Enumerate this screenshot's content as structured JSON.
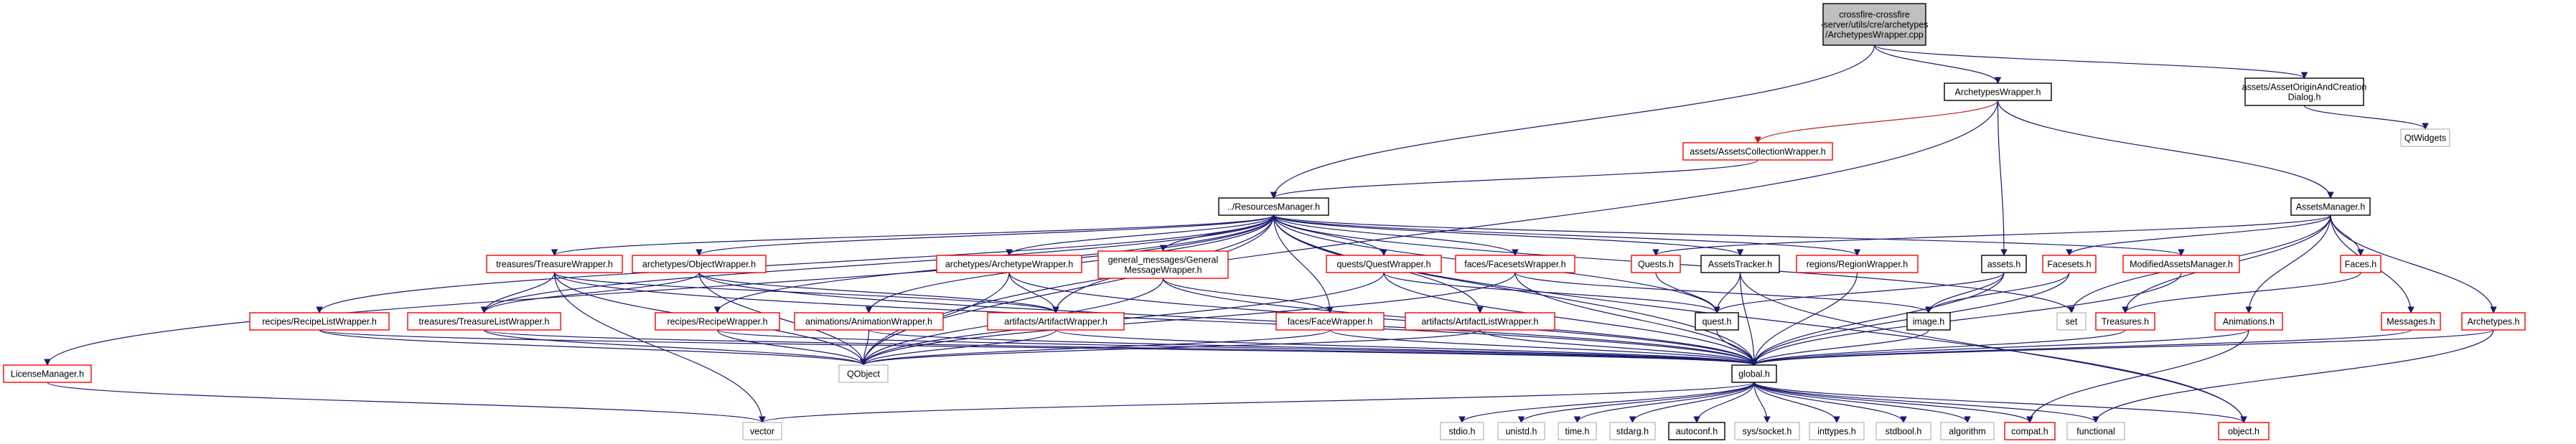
{
  "colors": {
    "edge": "#191970",
    "edge_red": "#b22222",
    "border_black": "#000000",
    "border_red": "#ff0000",
    "border_gray": "#bfbfbf",
    "fill_root": "#bfbfbf",
    "fill_default": "#ffffff",
    "text": "#000000"
  },
  "nodes": [
    {
      "id": "root",
      "lines": [
        "crossfire-crossfire",
        "-server/utils/cre/archetypes",
        "/ArchetypesWrapper.cpp"
      ],
      "style": "root"
    },
    {
      "id": "archetypeswrapper_h",
      "lines": [
        "ArchetypesWrapper.h"
      ],
      "style": "black"
    },
    {
      "id": "assetorigin_h",
      "lines": [
        "assets/AssetOriginAndCreation",
        "Dialog.h"
      ],
      "style": "black"
    },
    {
      "id": "qtwidgets",
      "lines": [
        "QtWidgets"
      ],
      "style": "gray"
    },
    {
      "id": "assetscollectionwrapper_h",
      "lines": [
        "assets/AssetsCollectionWrapper.h"
      ],
      "style": "red"
    },
    {
      "id": "resourcesmanager_h",
      "lines": [
        "../ResourcesManager.h"
      ],
      "style": "black"
    },
    {
      "id": "assetsmanager_h",
      "lines": [
        "AssetsManager.h"
      ],
      "style": "black"
    },
    {
      "id": "treasurewrapper_h",
      "lines": [
        "treasures/TreasureWrapper.h"
      ],
      "style": "red"
    },
    {
      "id": "objectwrapper_h",
      "lines": [
        "archetypes/ObjectWrapper.h"
      ],
      "style": "red"
    },
    {
      "id": "archetypewrapper_h",
      "lines": [
        "archetypes/ArchetypeWrapper.h"
      ],
      "style": "red"
    },
    {
      "id": "generalmessagewrapper_h",
      "lines": [
        "general_messages/General",
        "MessageWrapper.h"
      ],
      "style": "red"
    },
    {
      "id": "questwrapper_h",
      "lines": [
        "quests/QuestWrapper.h"
      ],
      "style": "red"
    },
    {
      "id": "facesetswrapper_h",
      "lines": [
        "faces/FacesetsWrapper.h"
      ],
      "style": "red"
    },
    {
      "id": "quests_h",
      "lines": [
        "Quests.h"
      ],
      "style": "red"
    },
    {
      "id": "assetstracker_h",
      "lines": [
        "AssetsTracker.h"
      ],
      "style": "black"
    },
    {
      "id": "regionwrapper_h",
      "lines": [
        "regions/RegionWrapper.h"
      ],
      "style": "red"
    },
    {
      "id": "assets_h",
      "lines": [
        "assets.h"
      ],
      "style": "black"
    },
    {
      "id": "facesets_h",
      "lines": [
        "Facesets.h"
      ],
      "style": "red"
    },
    {
      "id": "modifiedassetsmanager_h",
      "lines": [
        "ModifiedAssetsManager.h"
      ],
      "style": "red"
    },
    {
      "id": "faces_h",
      "lines": [
        "Faces.h"
      ],
      "style": "red"
    },
    {
      "id": "recipelistwrapper_h",
      "lines": [
        "recipes/RecipeListWrapper.h"
      ],
      "style": "red"
    },
    {
      "id": "treasurelistwrapper_h",
      "lines": [
        "treasures/TreasureListWrapper.h"
      ],
      "style": "red"
    },
    {
      "id": "recipewrapper_h",
      "lines": [
        "recipes/RecipeWrapper.h"
      ],
      "style": "red"
    },
    {
      "id": "animationwrapper_h",
      "lines": [
        "animations/AnimationWrapper.h"
      ],
      "style": "red"
    },
    {
      "id": "artifactwrapper_h",
      "lines": [
        "artifacts/ArtifactWrapper.h"
      ],
      "style": "red"
    },
    {
      "id": "facewrapper_h",
      "lines": [
        "faces/FaceWrapper.h"
      ],
      "style": "red"
    },
    {
      "id": "artifactlistwrapper_h",
      "lines": [
        "artifacts/ArtifactListWrapper.h"
      ],
      "style": "red"
    },
    {
      "id": "quest_h",
      "lines": [
        "quest.h"
      ],
      "style": "black"
    },
    {
      "id": "image_h",
      "lines": [
        "image.h"
      ],
      "style": "black"
    },
    {
      "id": "set",
      "lines": [
        "set"
      ],
      "style": "gray"
    },
    {
      "id": "treasures_h",
      "lines": [
        "Treasures.h"
      ],
      "style": "red"
    },
    {
      "id": "animations_h",
      "lines": [
        "Animations.h"
      ],
      "style": "red"
    },
    {
      "id": "messages_h",
      "lines": [
        "Messages.h"
      ],
      "style": "red"
    },
    {
      "id": "archetypes_h",
      "lines": [
        "Archetypes.h"
      ],
      "style": "red"
    },
    {
      "id": "licensemanager_h",
      "lines": [
        "LicenseManager.h"
      ],
      "style": "red"
    },
    {
      "id": "qobject",
      "lines": [
        "QObject"
      ],
      "style": "gray"
    },
    {
      "id": "global_h",
      "lines": [
        "global.h"
      ],
      "style": "black"
    },
    {
      "id": "vector",
      "lines": [
        "vector"
      ],
      "style": "gray"
    },
    {
      "id": "stdio_h",
      "lines": [
        "stdio.h"
      ],
      "style": "gray"
    },
    {
      "id": "unistd_h",
      "lines": [
        "unistd.h"
      ],
      "style": "gray"
    },
    {
      "id": "time_h",
      "lines": [
        "time.h"
      ],
      "style": "gray"
    },
    {
      "id": "stdarg_h",
      "lines": [
        "stdarg.h"
      ],
      "style": "gray"
    },
    {
      "id": "autoconf_h",
      "lines": [
        "autoconf.h"
      ],
      "style": "black"
    },
    {
      "id": "sys_socket_h",
      "lines": [
        "sys/socket.h"
      ],
      "style": "gray"
    },
    {
      "id": "inttypes_h",
      "lines": [
        "inttypes.h"
      ],
      "style": "gray"
    },
    {
      "id": "stdbool_h",
      "lines": [
        "stdbool.h"
      ],
      "style": "gray"
    },
    {
      "id": "algorithm",
      "lines": [
        "algorithm"
      ],
      "style": "gray"
    },
    {
      "id": "compat_h",
      "lines": [
        "compat.h"
      ],
      "style": "red"
    },
    {
      "id": "functional",
      "lines": [
        "functional"
      ],
      "style": "gray"
    },
    {
      "id": "object_h",
      "lines": [
        "object.h"
      ],
      "style": "red"
    }
  ],
  "edges": [
    [
      "root",
      "archetypeswrapper_h"
    ],
    [
      "root",
      "resourcesmanager_h"
    ],
    [
      "root",
      "assetorigin_h"
    ],
    [
      "assetorigin_h",
      "qtwidgets"
    ],
    [
      "archetypeswrapper_h",
      "assetscollectionwrapper_h",
      "red"
    ],
    [
      "archetypeswrapper_h",
      "assetsmanager_h"
    ],
    [
      "archetypeswrapper_h",
      "assets_h"
    ],
    [
      "archetypeswrapper_h",
      "qobject"
    ],
    [
      "assetscollectionwrapper_h",
      "resourcesmanager_h"
    ],
    [
      "resourcesmanager_h",
      "treasurewrapper_h"
    ],
    [
      "resourcesmanager_h",
      "objectwrapper_h"
    ],
    [
      "resourcesmanager_h",
      "archetypewrapper_h"
    ],
    [
      "resourcesmanager_h",
      "generalmessagewrapper_h"
    ],
    [
      "resourcesmanager_h",
      "questwrapper_h"
    ],
    [
      "resourcesmanager_h",
      "facesetswrapper_h"
    ],
    [
      "resourcesmanager_h",
      "assetstracker_h"
    ],
    [
      "resourcesmanager_h",
      "regionwrapper_h"
    ],
    [
      "resourcesmanager_h",
      "modifiedassetsmanager_h"
    ],
    [
      "resourcesmanager_h",
      "recipelistwrapper_h"
    ],
    [
      "resourcesmanager_h",
      "treasurelistwrapper_h"
    ],
    [
      "resourcesmanager_h",
      "recipewrapper_h"
    ],
    [
      "resourcesmanager_h",
      "animationwrapper_h"
    ],
    [
      "resourcesmanager_h",
      "artifactwrapper_h"
    ],
    [
      "resourcesmanager_h",
      "facewrapper_h"
    ],
    [
      "resourcesmanager_h",
      "artifactlistwrapper_h"
    ],
    [
      "resourcesmanager_h",
      "licensemanager_h"
    ],
    [
      "resourcesmanager_h",
      "qobject"
    ],
    [
      "resourcesmanager_h",
      "global_h"
    ],
    [
      "resourcesmanager_h",
      "quest_h"
    ],
    [
      "resourcesmanager_h",
      "set"
    ],
    [
      "resourcesmanager_h",
      "object_h"
    ],
    [
      "assetsmanager_h",
      "quests_h"
    ],
    [
      "assetsmanager_h",
      "facesets_h"
    ],
    [
      "assetsmanager_h",
      "faces_h"
    ],
    [
      "assetsmanager_h",
      "treasures_h"
    ],
    [
      "assetsmanager_h",
      "animations_h"
    ],
    [
      "assetsmanager_h",
      "messages_h"
    ],
    [
      "assetsmanager_h",
      "archetypes_h"
    ],
    [
      "assetsmanager_h",
      "set"
    ],
    [
      "treasurewrapper_h",
      "treasurelistwrapper_h"
    ],
    [
      "treasurewrapper_h",
      "artifactwrapper_h"
    ],
    [
      "treasurewrapper_h",
      "qobject"
    ],
    [
      "treasurewrapper_h",
      "global_h"
    ],
    [
      "treasurewrapper_h",
      "vector"
    ],
    [
      "objectwrapper_h",
      "treasurelistwrapper_h"
    ],
    [
      "objectwrapper_h",
      "artifactwrapper_h"
    ],
    [
      "objectwrapper_h",
      "qobject"
    ],
    [
      "objectwrapper_h",
      "global_h"
    ],
    [
      "archetypewrapper_h",
      "artifactwrapper_h"
    ],
    [
      "archetypewrapper_h",
      "qobject"
    ],
    [
      "archetypewrapper_h",
      "global_h"
    ],
    [
      "generalmessagewrapper_h",
      "facewrapper_h"
    ],
    [
      "generalmessagewrapper_h",
      "qobject"
    ],
    [
      "generalmessagewrapper_h",
      "global_h"
    ],
    [
      "questwrapper_h",
      "quest_h"
    ],
    [
      "questwrapper_h",
      "qobject"
    ],
    [
      "questwrapper_h",
      "global_h"
    ],
    [
      "facesetswrapper_h",
      "image_h"
    ],
    [
      "facesetswrapper_h",
      "qobject"
    ],
    [
      "facesetswrapper_h",
      "global_h"
    ],
    [
      "quests_h",
      "quest_h"
    ],
    [
      "assetstracker_h",
      "quest_h"
    ],
    [
      "assetstracker_h",
      "global_h"
    ],
    [
      "assetstracker_h",
      "object_h"
    ],
    [
      "regionwrapper_h",
      "global_h"
    ],
    [
      "assets_h",
      "quest_h"
    ],
    [
      "assets_h",
      "image_h"
    ],
    [
      "assets_h",
      "global_h"
    ],
    [
      "facesets_h",
      "image_h"
    ],
    [
      "facesets_h",
      "global_h"
    ],
    [
      "modifiedassetsmanager_h",
      "global_h"
    ],
    [
      "faces_h",
      "treasures_h"
    ],
    [
      "recipelistwrapper_h",
      "qobject"
    ],
    [
      "recipelistwrapper_h",
      "global_h"
    ],
    [
      "treasurelistwrapper_h",
      "qobject"
    ],
    [
      "treasurelistwrapper_h",
      "global_h"
    ],
    [
      "recipewrapper_h",
      "qobject"
    ],
    [
      "recipewrapper_h",
      "global_h"
    ],
    [
      "animationwrapper_h",
      "qobject"
    ],
    [
      "animationwrapper_h",
      "global_h"
    ],
    [
      "artifactwrapper_h",
      "qobject"
    ],
    [
      "artifactwrapper_h",
      "global_h"
    ],
    [
      "facewrapper_h",
      "qobject"
    ],
    [
      "facewrapper_h",
      "global_h"
    ],
    [
      "artifactlistwrapper_h",
      "qobject"
    ],
    [
      "artifactlistwrapper_h",
      "global_h"
    ],
    [
      "quest_h",
      "global_h"
    ],
    [
      "image_h",
      "global_h"
    ],
    [
      "treasures_h",
      "global_h"
    ],
    [
      "animations_h",
      "global_h"
    ],
    [
      "animations_h",
      "compat_h"
    ],
    [
      "messages_h",
      "global_h"
    ],
    [
      "archetypes_h",
      "global_h"
    ],
    [
      "archetypes_h",
      "functional"
    ],
    [
      "licensemanager_h",
      "vector"
    ],
    [
      "global_h",
      "vector"
    ],
    [
      "global_h",
      "stdio_h"
    ],
    [
      "global_h",
      "unistd_h"
    ],
    [
      "global_h",
      "time_h"
    ],
    [
      "global_h",
      "stdarg_h"
    ],
    [
      "global_h",
      "autoconf_h"
    ],
    [
      "global_h",
      "sys_socket_h"
    ],
    [
      "global_h",
      "inttypes_h"
    ],
    [
      "global_h",
      "stdbool_h"
    ],
    [
      "global_h",
      "algorithm"
    ],
    [
      "global_h",
      "compat_h"
    ],
    [
      "global_h",
      "functional"
    ],
    [
      "global_h",
      "object_h"
    ]
  ]
}
